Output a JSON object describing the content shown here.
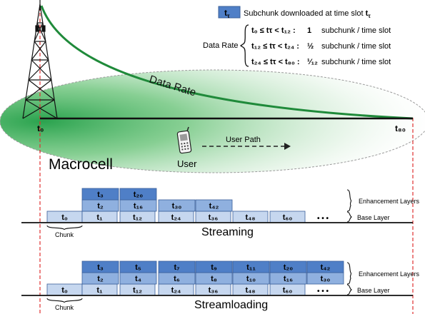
{
  "legend": {
    "box_label": "t",
    "box_sub": "τ",
    "desc_pre": "Subchunk downloaded at time slot ",
    "desc_t": "t",
    "desc_sub": "τ"
  },
  "data_rate_rules": {
    "label": "Data Rate",
    "rows": [
      {
        "expr": "t₀ ≤ tτ < t₁₂ :",
        "rate": "1",
        "unit": "subchunk / time slot"
      },
      {
        "expr": "t₁₂ ≤ tτ < t₂₄ :",
        "rate": "½",
        "unit": "subchunk / time slot"
      },
      {
        "expr": "t₂₄ ≤ tτ < t₈₀ :",
        "rate": "¹⁄₁₂",
        "unit": "subchunk / time slot"
      }
    ]
  },
  "coverage": {
    "curve_label": "Data Rate",
    "cell_label": "Macrocell",
    "user_label": "User",
    "path_label": "User Path",
    "axis_start": "t₀",
    "axis_end": "t₈₀"
  },
  "streaming": {
    "title": "Streaming",
    "chunk_label": "Chunk",
    "base_label": "Base Layer",
    "enh_label": "Enhancement Layers",
    "ellipsis": "• • •",
    "base_cells": [
      "t₀",
      "t₁",
      "t₁₂",
      "t₂₄",
      "t₃₆",
      "t₄₈",
      "t₆₀"
    ],
    "layer2": [
      "t₂",
      "t₁₆",
      "t₃₀",
      "t₄₂"
    ],
    "layer3": [
      "t₃",
      "t₂₀"
    ]
  },
  "streamloading": {
    "title": "Streamloading",
    "chunk_label": "Chunk",
    "base_label": "Base Layer",
    "enh_label": "Enhancement Layers",
    "ellipsis": "• • •",
    "base_cells": [
      "t₀",
      "t₁",
      "t₁₂",
      "t₂₄",
      "t₃₆",
      "t₄₈",
      "t₆₀"
    ],
    "layer2": [
      "t₂",
      "t₄",
      "t₆",
      "t₈",
      "t₁₀",
      "t₁₆",
      "t₃₀"
    ],
    "layer3": [
      "t₃",
      "t₅",
      "t₇",
      "t₉",
      "t₁₁",
      "t₂₀",
      "t₄₂"
    ]
  },
  "colors": {
    "green": "#2e9e4a",
    "curve": "#1f8a3a",
    "dash_red": "#e03030",
    "cell_light": "#c6d7ef",
    "cell_mid": "#8fb0df",
    "cell_dark": "#4f7fc7",
    "cell_stroke": "#3a5f9a"
  }
}
